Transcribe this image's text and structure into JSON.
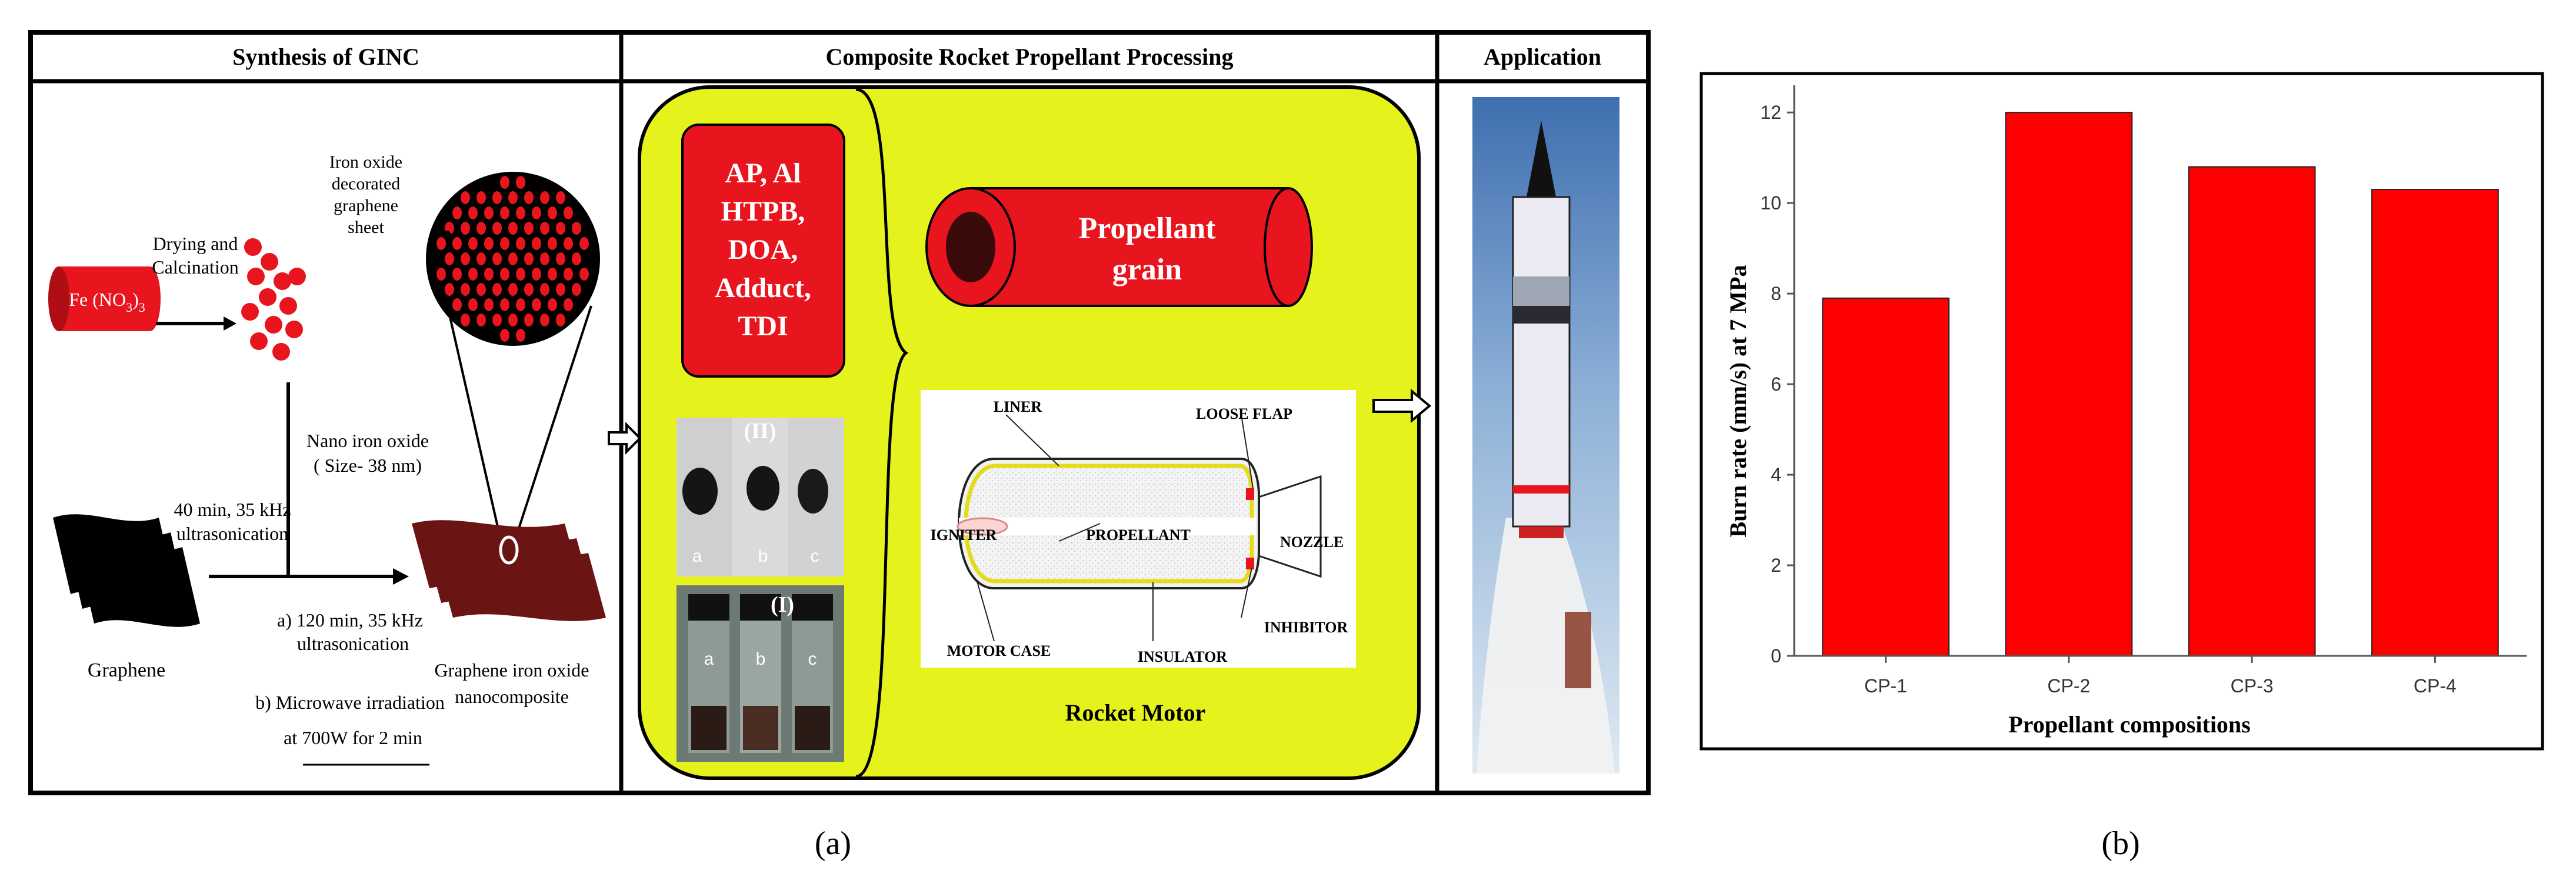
{
  "panel_a": {
    "label": "(a)",
    "headers": {
      "synthesis": "Synthesis of GINC",
      "processing": "Composite Rocket Propellant Processing",
      "application": "Application"
    },
    "synthesis": {
      "precursor_prefix": "Fe (NO",
      "precursor_sub1": "3",
      "precursor_mid": ")",
      "precursor_sub2": "3",
      "drying_line1": "Drying and",
      "drying_line2": "Calcination",
      "decorated_line1": "Iron oxide",
      "decorated_line2": "decorated",
      "decorated_line3": "graphene",
      "decorated_line4": "sheet",
      "nano_line1": "Nano iron oxide",
      "nano_line2": "( Size- 38 nm)",
      "ultra_line1": "40 min, 35 kHz",
      "ultra_line2": "ultrasonication",
      "graphene": "Graphene",
      "step_a_line1": "a) 120 min, 35 kHz",
      "step_a_line2": "ultrasonication",
      "step_b_line1": "b) Microwave irradiation",
      "step_b_line2": "at 700W for 2 min",
      "gio_line1": "Graphene iron oxide",
      "gio_line2": "nanocomposite"
    },
    "processing": {
      "ingredients": [
        "AP, Al",
        "HTPB,",
        "DOA,",
        "Adduct,",
        "TDI"
      ],
      "grain_line1": "Propellant",
      "grain_line2": "grain",
      "photo2_label": "(II)",
      "photo1_label": "(I)",
      "sample_labels": [
        "a",
        "b",
        "c"
      ],
      "motor_parts": {
        "liner": "LINER",
        "loose_flap": "LOOSE FLAP",
        "igniter": "IGNITER",
        "propellant": "PROPELLANT",
        "nozzle": "NOZZLE",
        "inhibitor": "INHIBITOR",
        "motor_case": "MOTOR CASE",
        "insulator": "INSULATOR"
      },
      "motor_caption": "Rocket Motor"
    },
    "colors": {
      "red": "#e8141e",
      "dark_red": "#6b1414",
      "yellow": "#e6f21c",
      "black": "#000000"
    }
  },
  "panel_b": {
    "label": "(b)",
    "chart_data": {
      "type": "bar",
      "categories": [
        "CP-1",
        "CP-2",
        "CP-3",
        "CP-4"
      ],
      "values": [
        7.9,
        12.0,
        10.8,
        10.3
      ],
      "xlabel": "Propellant compositions",
      "ylabel": "Burn rate (mm/s) at 7 MPa",
      "ylim": [
        0,
        12.6
      ],
      "yticks": [
        0,
        2,
        4,
        6,
        8,
        10,
        12
      ],
      "bar_color": "#ff0000",
      "grid": false,
      "legend": "none"
    }
  }
}
